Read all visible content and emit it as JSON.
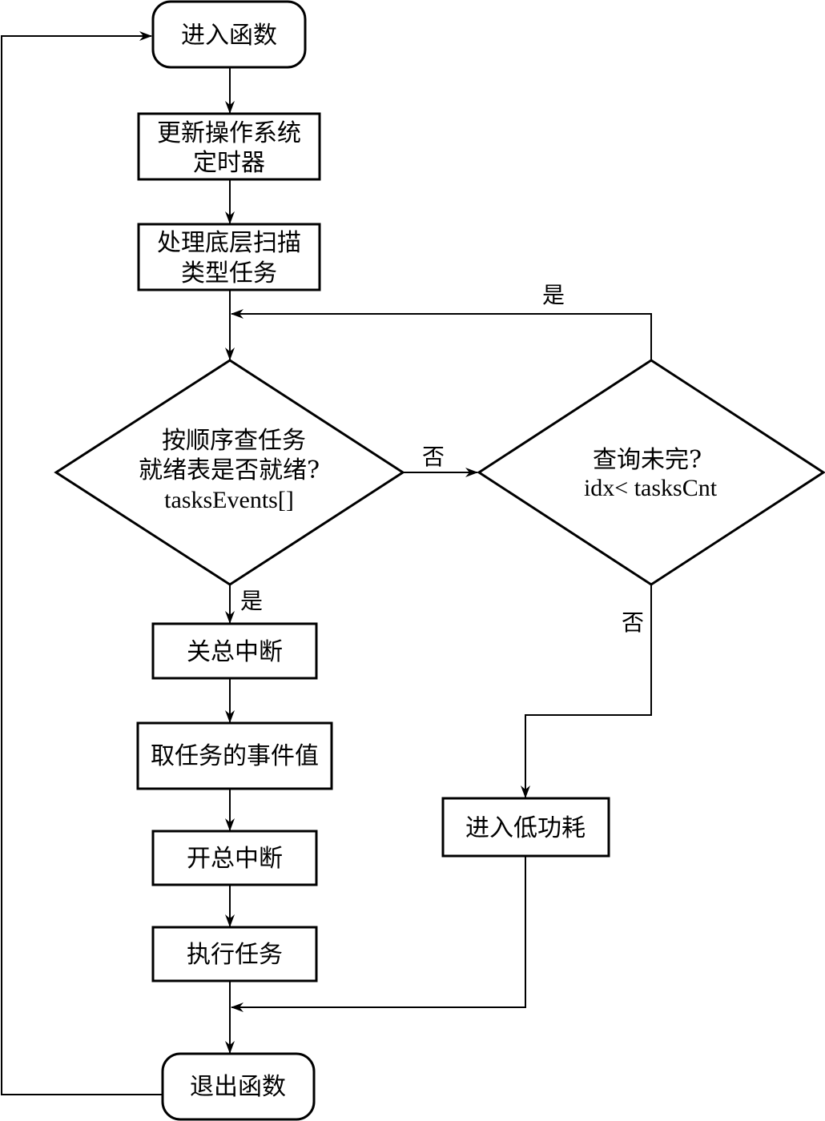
{
  "nodes": {
    "enter_function": {
      "label": "进入函数"
    },
    "update_os_timer": {
      "lines": [
        "更新操作系统",
        "定时器"
      ]
    },
    "process_scan_tasks": {
      "lines": [
        "处理底层扫描",
        "类型任务"
      ]
    },
    "check_ready": {
      "lines": [
        "按顺序查任务",
        "就绪表是否就绪?",
        "tasksEvents[]"
      ]
    },
    "query_unfinished": {
      "lines": [
        "查询未完?",
        "idx< tasksCnt"
      ]
    },
    "disable_interrupts": {
      "label": "关总中断"
    },
    "get_event_value": {
      "label": "取任务的事件值"
    },
    "enable_interrupts": {
      "label": "开总中断"
    },
    "execute_task": {
      "label": "执行任务"
    },
    "enter_low_power": {
      "label": "进入低功耗"
    },
    "exit_function": {
      "label": "退出函数"
    }
  },
  "edge_labels": {
    "ready_yes": "是",
    "ready_no": "否",
    "query_yes": "是",
    "query_no": "否"
  }
}
